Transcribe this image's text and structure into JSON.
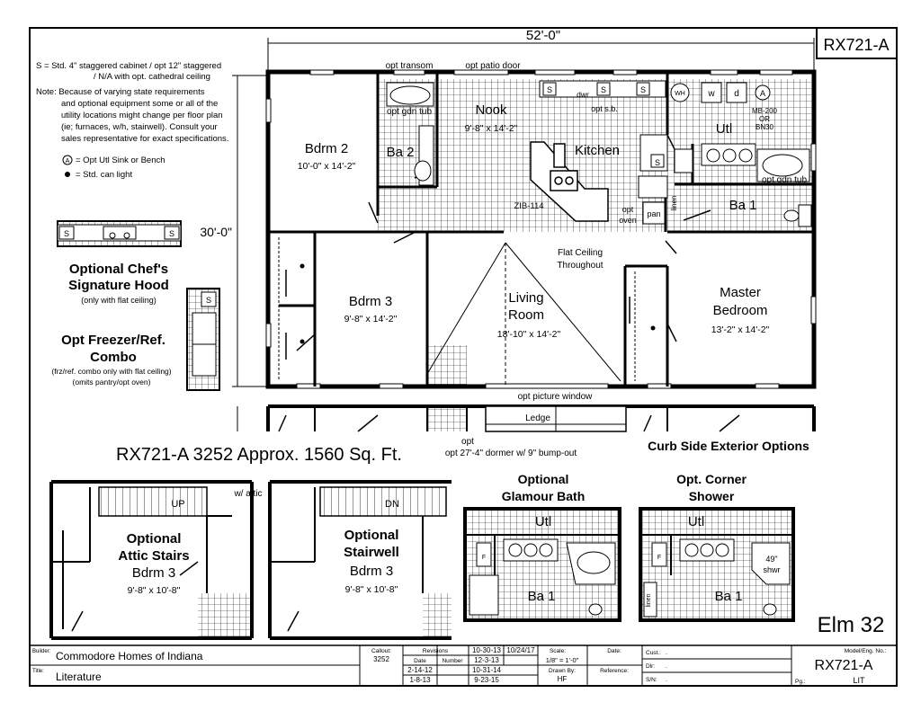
{
  "model_code": "RX721-A",
  "overall_width": "52'-0\"",
  "overall_depth": "30'-0\"",
  "notes": {
    "line1": "S = Std. 4\" staggered cabinet / opt 12\" staggered",
    "line2": "/ N/A with opt. cathedral ceiling",
    "line3": "Note:  Because of varying state requirements",
    "line4": "and optional equipment some or all of the",
    "line5": "utility locations might change per floor plan",
    "line6": "(ie; furnaces, w/h, stairwell).  Consult your",
    "line7": "sales representative for exact specifications.",
    "legend_a": "= Opt Utl Sink or Bench",
    "legend_dot": "= Std. can light"
  },
  "chefs_hood": {
    "title1": "Optional Chef's",
    "title2": "Signature Hood",
    "note": "(only with flat ceiling)"
  },
  "freezer": {
    "title1": "Opt Freezer/Ref.",
    "title2": "Combo",
    "note1": "(frz/ref. combo only with flat ceiling)",
    "note2": "(omits pantry/opt oven)"
  },
  "plan_labels": {
    "opt_transom": "opt transom",
    "opt_patio_door": "opt patio door",
    "opt_gdn_tub_1": "opt gdn tub",
    "opt_gdn_tub_2": "opt gdn tub",
    "nook": "Nook",
    "nook_dim": "9'-8\" x 14'-2\"",
    "dwr": "dwr",
    "opt_sb": "opt s.b.",
    "wh": "WH",
    "w": "w",
    "d": "d",
    "a": "A",
    "mb200": "MB-200",
    "or": "OR",
    "bn30": "BN30",
    "utl": "Utl",
    "kitchen": "Kitchen",
    "bdrm2": "Bdrm 2",
    "bdrm2_dim": "10'-0\" x 14'-2\"",
    "ba2": "Ba 2",
    "zib": "ZIB-114",
    "opt_oven": "opt\noven",
    "opt_oven_1": "opt",
    "opt_oven_2": "oven",
    "pan": "pan",
    "linen": "linen",
    "ba1": "Ba 1",
    "flat_ceiling_1": "Flat Ceiling",
    "flat_ceiling_2": "Throughout",
    "bdrm3": "Bdrm 3",
    "bdrm3_dim": "9'-8\" x 14'-2\"",
    "living_1": "Living",
    "living_2": "Room",
    "living_dim": "18'-10\" x 14'-2\"",
    "master_1": "Master",
    "master_2": "Bedroom",
    "master_dim": "13'-2\" x 14'-2\"",
    "opt_picture_window": "opt picture window",
    "ledge": "Ledge",
    "opt": "opt",
    "dormer": "opt 27'-4\" dormer w/ 9\" bump-out",
    "curb_side": "Curb Side Exterior Options",
    "sqft": "RX721-A 3252  Approx. 1560 Sq. Ft.",
    "s": "S"
  },
  "options": {
    "attic_title1": "Optional",
    "attic_title2": "Attic Stairs",
    "attic_room": "Bdrm 3",
    "attic_dim": "9'-8\" x 10'-8\"",
    "up": "UP",
    "w_attic": "w/ attic",
    "stair_title1": "Optional",
    "stair_title2": "Stairwell",
    "stair_room": "Bdrm 3",
    "stair_dim": "9'-8\" x 10'-8\"",
    "dn": "DN",
    "glam_title1": "Optional",
    "glam_title2": "Glamour Bath",
    "glam_utl": "Utl",
    "glam_ba": "Ba 1",
    "corner_title1": "Opt. Corner",
    "corner_title2": "Shower",
    "corner_utl": "Utl",
    "corner_ba": "Ba 1",
    "shwr_1": "49\"",
    "shwr_2": "shwr",
    "linen": "linen",
    "f": "F"
  },
  "series_name": "Elm 32",
  "title_block": {
    "builder_label": "Builder:",
    "builder": "Commodore Homes of Indiana",
    "title_label": "Title:",
    "title": "Literature",
    "callout_label": "Callout:",
    "callout": "3252",
    "revisions_label": "Revisions",
    "date_label": "Date",
    "number_label": "Number",
    "rev_dates": [
      "2-14-12",
      "1-8-13"
    ],
    "rev_col2": [
      "10-30-13",
      "12-3-13",
      "10-31-14",
      "9-23-15"
    ],
    "rev_col3": "10/24/17",
    "scale_label": "Scale:",
    "scale": "1/8\" = 1'-0\"",
    "date2_label": "Date:",
    "drawn_label": "Drawn By:",
    "drawn": "HF",
    "reference_label": "Reference:",
    "cust_label": "Cust.:",
    "dlr_label": "Dlr:",
    "sn_label": "S/N:",
    "dot": ".",
    "model_label": "Model/Eng. No.:",
    "model": "RX721-A",
    "pg_label": "Pg.:",
    "pg": "LIT"
  }
}
